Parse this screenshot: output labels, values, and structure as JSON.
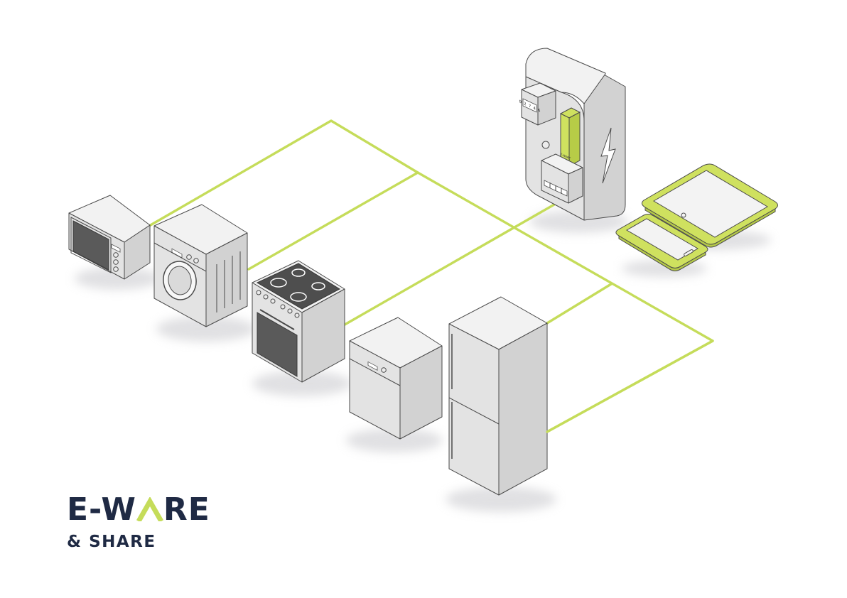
{
  "logo": {
    "line1_prefix": "E-W",
    "line1_suffix": "RE",
    "line2": "& SHARE",
    "house_letter_icon": "house-roof-icon"
  },
  "colors": {
    "wire": "#c5dc5a",
    "accent": "#cfe15f",
    "logo_text": "#1f2a44",
    "appliance_body": "#e3e3e3",
    "appliance_dark": "#5a5a5a"
  },
  "meter": {
    "digits": "0 2 7 4 6",
    "device_label_line1": "E-WARE",
    "device_label_line2": "SHARE",
    "bolt_icon": "lightning-bolt-icon"
  },
  "appliances": [
    "microwave",
    "washing-machine",
    "electric-stove",
    "dishwasher",
    "refrigerator"
  ],
  "devices": [
    "tablet",
    "smartphone"
  ]
}
